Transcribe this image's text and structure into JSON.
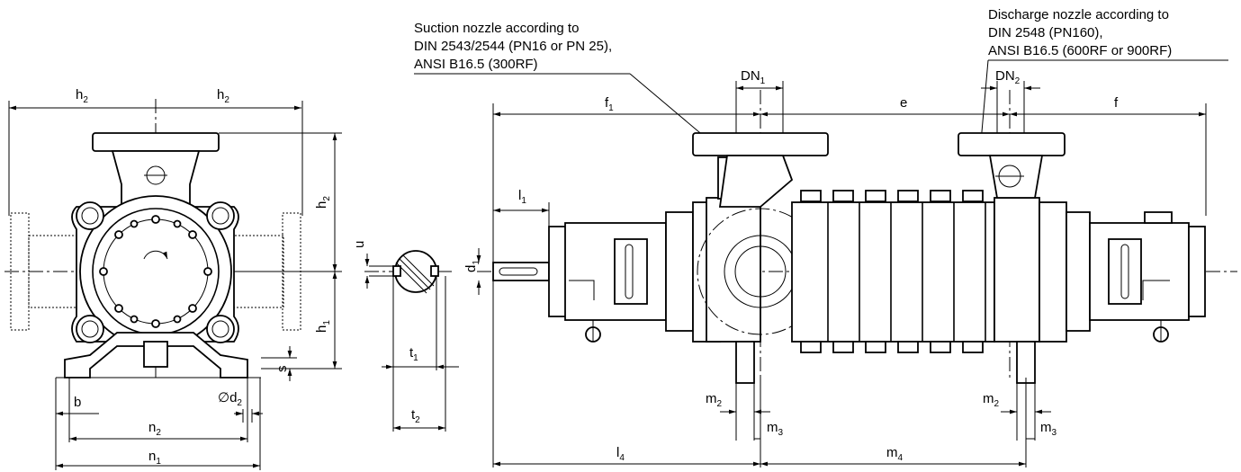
{
  "notes": {
    "suction": [
      "Suction nozzle according to",
      "DIN 2543/2544 (PN16 or PN 25),",
      "ANSI B16.5 (300RF)"
    ],
    "discharge": [
      "Discharge nozzle according to",
      "DIN 2548 (PN160),",
      "ANSI B16.5 (600RF or 900RF)"
    ]
  },
  "dims": {
    "h2": {
      "b": "h",
      "s": "2"
    },
    "h1": {
      "b": "h",
      "s": "1"
    },
    "n1": {
      "b": "n",
      "s": "1"
    },
    "n2": {
      "b": "n",
      "s": "2"
    },
    "b": {
      "b": "b",
      "s": ""
    },
    "s": {
      "b": "s",
      "s": ""
    },
    "d2": {
      "b": "∅d",
      "s": "2"
    },
    "u": {
      "b": "u",
      "s": ""
    },
    "t1": {
      "b": "t",
      "s": "1"
    },
    "t2": {
      "b": "t",
      "s": "2"
    },
    "d1": {
      "b": "d",
      "s": "1"
    },
    "l1": {
      "b": "l",
      "s": "1"
    },
    "f1": {
      "b": "f",
      "s": "1"
    },
    "e": {
      "b": "e",
      "s": ""
    },
    "f": {
      "b": "f",
      "s": ""
    },
    "DN1": {
      "b": "DN",
      "s": "1"
    },
    "DN2": {
      "b": "DN",
      "s": "2"
    },
    "m2": {
      "b": "m",
      "s": "2"
    },
    "m3": {
      "b": "m",
      "s": "3"
    },
    "l4": {
      "b": "l",
      "s": "4"
    },
    "m4": {
      "b": "m",
      "s": "4"
    }
  }
}
